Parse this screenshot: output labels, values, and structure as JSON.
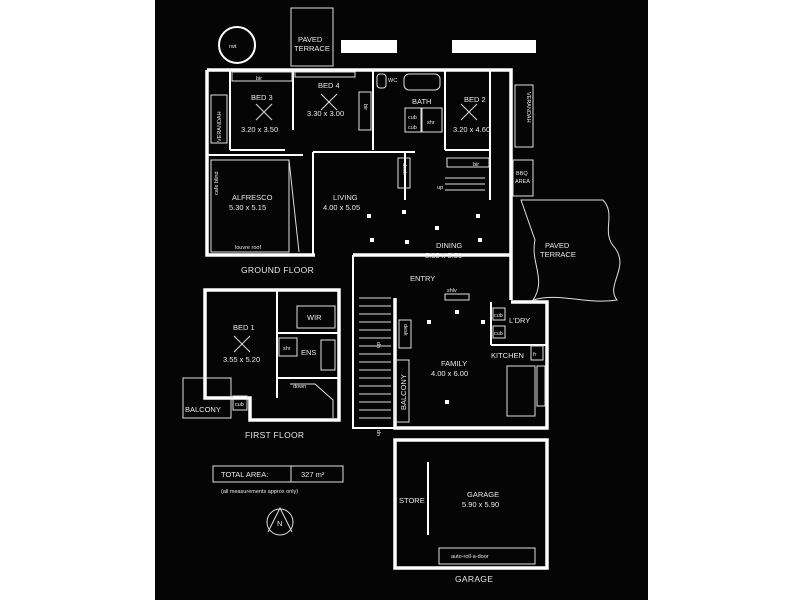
{
  "colors": {
    "background": "#050505",
    "linework": "#ffffff"
  },
  "labels": {
    "rwt": "rwt",
    "paved_terrace_top_1": "PAVED",
    "paved_terrace_top_2": "TERRACE",
    "verandah": "VERANDAH",
    "bed3": "BED 3",
    "bed3_size": "3.20 x 3.50",
    "bed4": "BED 4",
    "bed4_size": "3.30 x 3.00",
    "bed2": "BED 2",
    "bed2_size": "3.20 x 4.60",
    "bath": "BATH",
    "wc": "WC",
    "bir": "bir",
    "cub": "cub",
    "shr": "shr",
    "alfresco": "ALFRESCO",
    "alfresco_size": "5.30 x 5.15",
    "cafe_blind": "cafe blind",
    "louvre_roof": "louvre roof",
    "desk": "desk",
    "living": "LIVING",
    "living_size": "4.00 x 5.05",
    "up": "up",
    "bbq_1": "BBQ",
    "bbq_2": "AREA",
    "dining": "DINING",
    "dining_size": "5.35 x 5.50",
    "paved_terrace_right_1": "PAVED",
    "paved_terrace_right_2": "TERRACE",
    "ground_floor": "GROUND FLOOR",
    "entry": "ENTRY",
    "shlv": "shlv",
    "ldry": "L'DRY",
    "kitchen": "KITCHEN",
    "fr": "fr",
    "family": "FAMILY",
    "family_size": "4.00 x 6.00",
    "balcony": "BALCONY",
    "bed1": "BED 1",
    "bed1_size": "3.55 x 5.20",
    "wir": "WIR",
    "ens": "ENS",
    "down": "down",
    "first_floor": "FIRST FLOOR",
    "total_area_label": "TOTAL AREA:",
    "total_area_value": "327 m²",
    "disclaimer": "(all measurements approx only)",
    "north": "N",
    "store": "STORE",
    "garage": "GARAGE",
    "garage_size": "5.90 x 5.90",
    "garage_door": "auto-roll-a-door",
    "garage_caption": "GARAGE"
  }
}
